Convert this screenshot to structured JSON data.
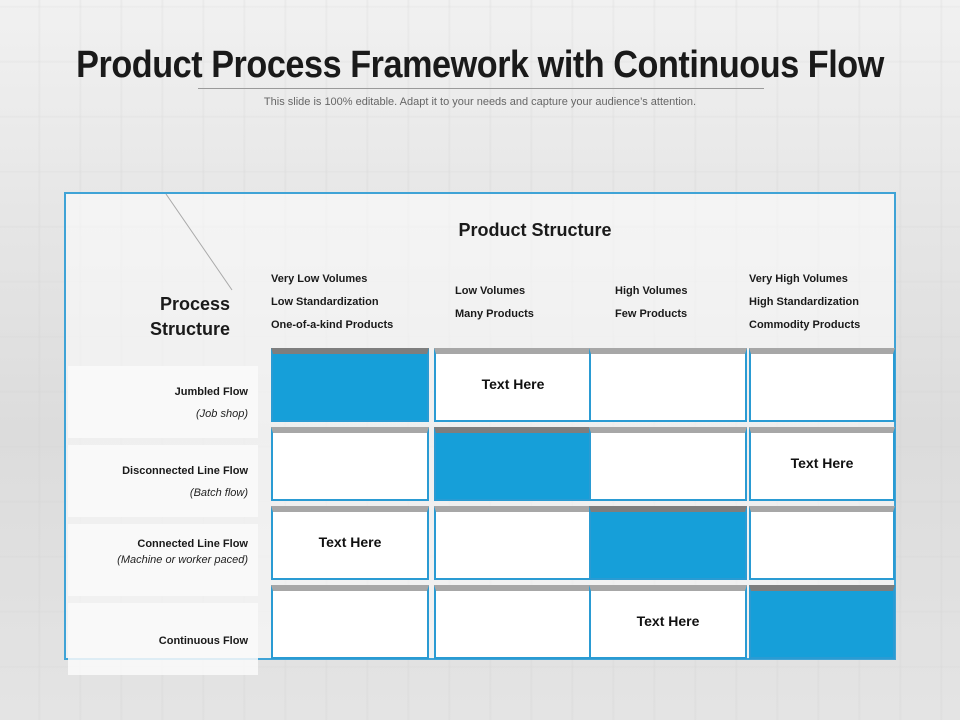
{
  "title": "Product Process Framework with Continuous Flow",
  "subtitle": "This slide is 100% editable. Adapt it to your needs and capture your audience’s attention.",
  "product_structure": "Product Structure",
  "process_structure_line1": "Process",
  "process_structure_line2": "Structure",
  "columns": [
    {
      "lines": [
        "Very Low Volumes",
        "Low Standardization",
        "One-of-a-kind Products"
      ]
    },
    {
      "lines": [
        "Low Volumes",
        "Many Products"
      ]
    },
    {
      "lines": [
        "High Volumes",
        "Few Products"
      ]
    },
    {
      "lines": [
        "Very High Volumes",
        "High Standardization",
        "Commodity Products"
      ]
    }
  ],
  "rows": [
    {
      "label": "Jumbled Flow",
      "sub": "(Job shop)"
    },
    {
      "label": "Disconnected Line Flow",
      "sub": "(Batch flow)"
    },
    {
      "label": "Connected Line Flow",
      "sub": "(Machine or worker paced)"
    },
    {
      "label": "Continuous Flow",
      "sub": ""
    }
  ],
  "cells": [
    [
      {
        "filled": true,
        "text": ""
      },
      {
        "filled": false,
        "text": "Text Here"
      },
      {
        "filled": false,
        "text": ""
      },
      {
        "filled": false,
        "text": ""
      }
    ],
    [
      {
        "filled": false,
        "text": ""
      },
      {
        "filled": true,
        "text": ""
      },
      {
        "filled": false,
        "text": ""
      },
      {
        "filled": false,
        "text": "Text Here"
      }
    ],
    [
      {
        "filled": false,
        "text": "Text Here"
      },
      {
        "filled": false,
        "text": ""
      },
      {
        "filled": true,
        "text": ""
      },
      {
        "filled": false,
        "text": ""
      }
    ],
    [
      {
        "filled": false,
        "text": ""
      },
      {
        "filled": false,
        "text": ""
      },
      {
        "filled": false,
        "text": "Text Here"
      },
      {
        "filled": true,
        "text": ""
      }
    ]
  ],
  "colors": {
    "accent": "#169fd9",
    "border": "#2a9bd3",
    "frame": "#3fa3d6"
  }
}
